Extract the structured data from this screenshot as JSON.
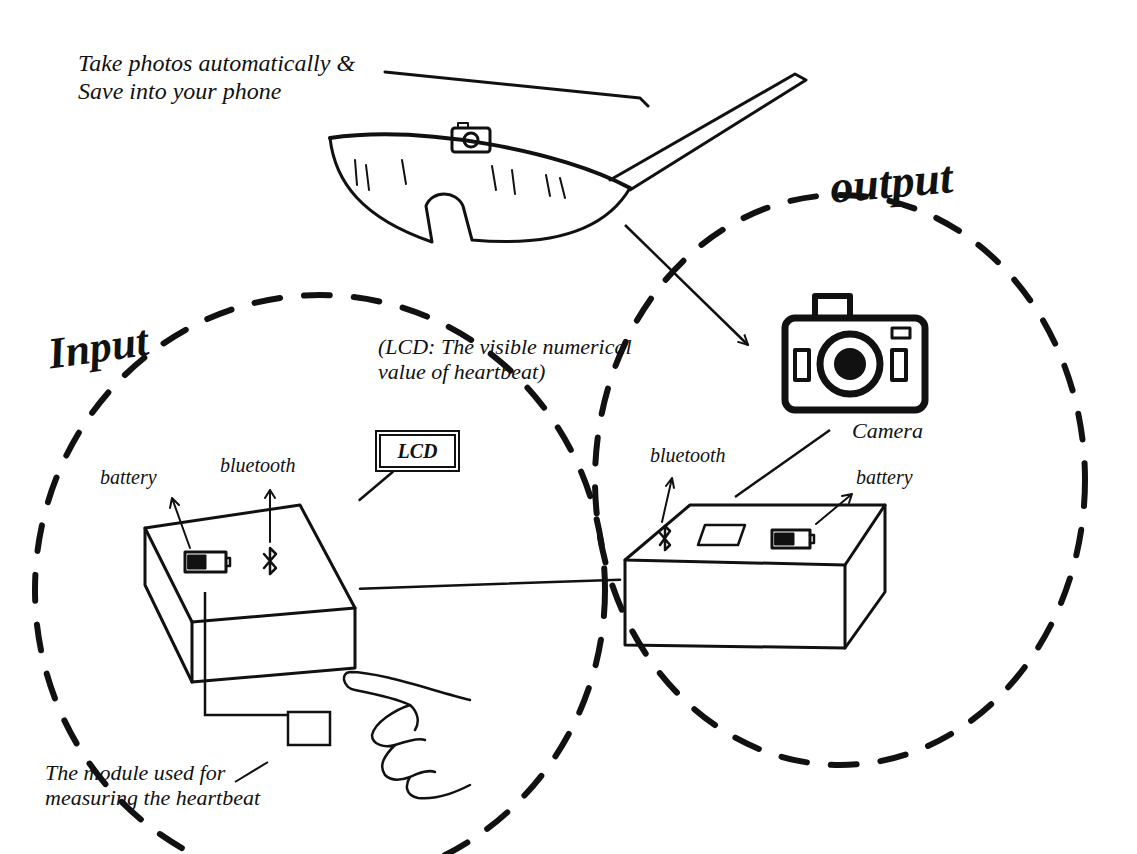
{
  "diagram": {
    "nodes": [
      {
        "text": [
          "Input"
        ]
      },
      {
        "text": [
          "LCD"
        ],
        "in": 0
      },
      {
        "text": [
          "battery",
          "bluetooth"
        ],
        "in": 0
      },
      {
        "text": [
          "output"
        ]
      },
      {
        "text": [
          "bluetooth",
          "battery"
        ],
        "in": 3
      }
    ],
    "edges": [
      {
        "from": 1,
        "to": 2,
        "arrow": "none"
      },
      {
        "from": 2,
        "to": 4,
        "arrow": "none"
      }
    ],
    "labels": [
      "Take photos automatically & Save into your phone",
      "(LCD: The visible numerical value of heartbeat)",
      "Camera",
      "The module used for measuring the heartbeat"
    ]
  }
}
